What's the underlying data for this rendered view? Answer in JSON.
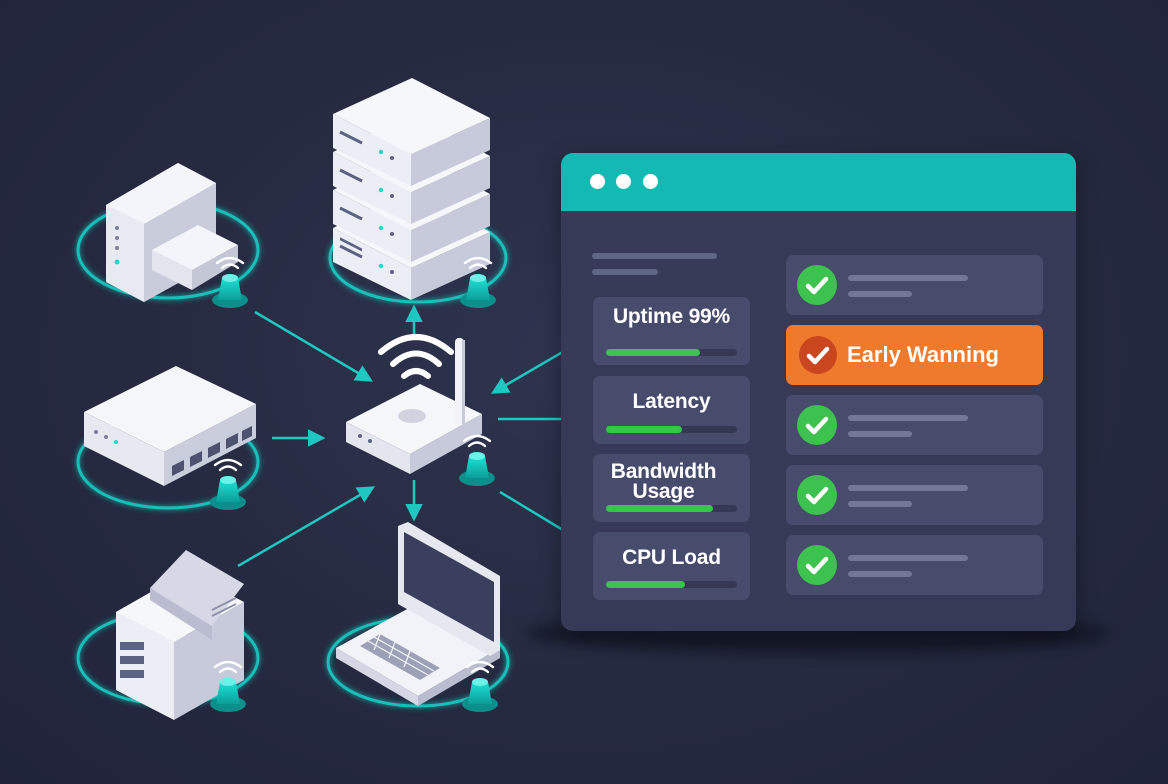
{
  "dashboard": {
    "metrics": [
      {
        "label": "Uptime 99%",
        "fill": 0.72
      },
      {
        "label": "Latency",
        "fill": 0.58
      },
      {
        "label": "Bandwidth Usage",
        "fill": 0.82
      },
      {
        "label": "CPU Load",
        "fill": 0.6
      }
    ],
    "status_rows": [
      {
        "state": "ok"
      },
      {
        "state": "warning",
        "label": "Early Wanning"
      },
      {
        "state": "ok"
      },
      {
        "state": "ok"
      },
      {
        "state": "ok"
      }
    ]
  },
  "colors": {
    "background": "#262a40",
    "teal_accent": "#13b9b3",
    "card": "#474c6c",
    "progress_green": "#39c44e",
    "check_green": "#3ec24f",
    "warning_orange": "#f07a2c",
    "device_white": "#f2f3f8"
  },
  "network": {
    "hub": "wifi-router",
    "devices": [
      "office-printer",
      "server-rack",
      "network-switch",
      "desktop-tower",
      "laptop"
    ],
    "icons": [
      "wifi-signal-icon",
      "wireless-sensor-icon",
      "check-icon",
      "arrow-icon"
    ]
  }
}
